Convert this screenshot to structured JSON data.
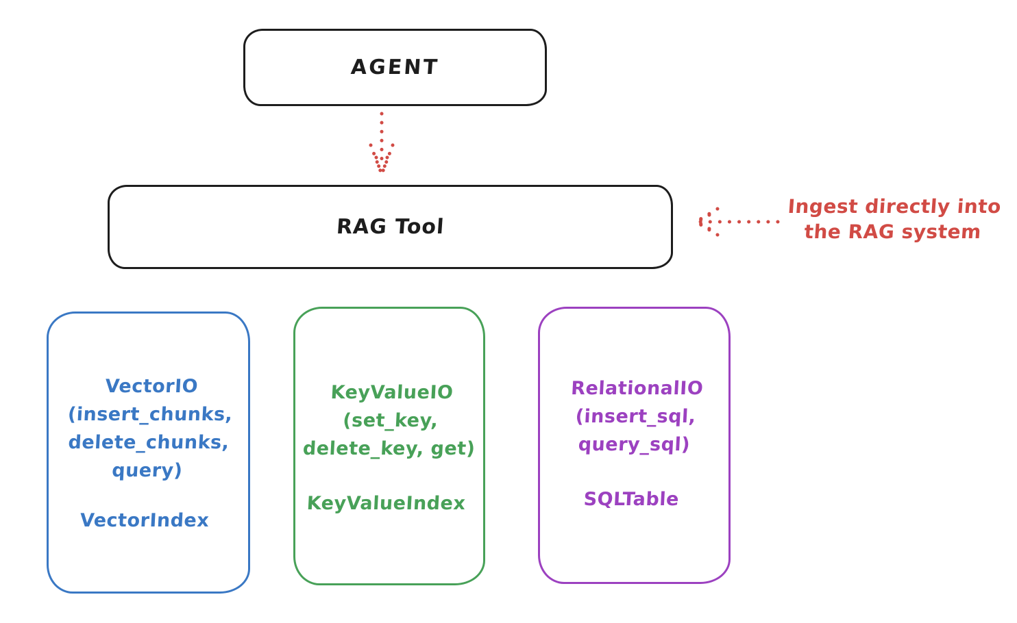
{
  "agent": {
    "label": "AGENT"
  },
  "rag_tool": {
    "label": "RAG Tool"
  },
  "annotation": {
    "line1": "Ingest directly into",
    "line2": "the RAG system",
    "color": "#d14b45"
  },
  "backends": [
    {
      "name": "vector",
      "color": "#3a78c4",
      "lines": [
        "VectorIO",
        "(insert_chunks,",
        "delete_chunks,",
        "query)"
      ],
      "index_label": "VectorIndex"
    },
    {
      "name": "keyvalue",
      "color": "#48a158",
      "lines": [
        "KeyValueIO",
        "(set_key,",
        "delete_key, get)"
      ],
      "index_label": "KeyValueIndex"
    },
    {
      "name": "relational",
      "color": "#9c41c0",
      "lines": [
        "RelationalIO",
        "(insert_sql,",
        "query_sql)"
      ],
      "index_label": "SQLTable"
    }
  ],
  "colors": {
    "stroke_black": "#1d1d1d",
    "arrow_red": "#d14b45",
    "background": "#ffffff"
  }
}
